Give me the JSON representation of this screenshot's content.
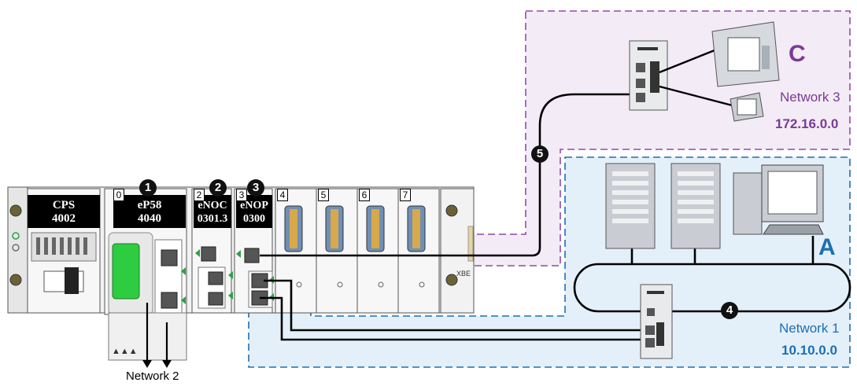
{
  "modules": [
    {
      "name": "CPS",
      "code": "4002"
    },
    {
      "slot": "0",
      "name": "eP58",
      "code": "4040"
    },
    {
      "slot": "2",
      "name": "eNOC",
      "code": "0301.3"
    },
    {
      "slot": "3",
      "name": "eNOP",
      "code": "0300"
    }
  ],
  "io_slots": [
    "4",
    "5",
    "6",
    "7"
  ],
  "callouts": [
    "1",
    "2",
    "3",
    "4",
    "5"
  ],
  "networks": {
    "a": {
      "letter": "A",
      "name": "Network 1",
      "address": "10.10.0.0"
    },
    "c": {
      "letter": "C",
      "name": "Network 3",
      "address": "172.16.0.0"
    },
    "n2": {
      "name": "Network 2"
    }
  },
  "rack_label": "XBE",
  "colors": {
    "network_a": "#1b6fb5",
    "network_c": "#7a3a96",
    "fill_a": "#e3eff8",
    "fill_c": "#f1e8f5"
  }
}
